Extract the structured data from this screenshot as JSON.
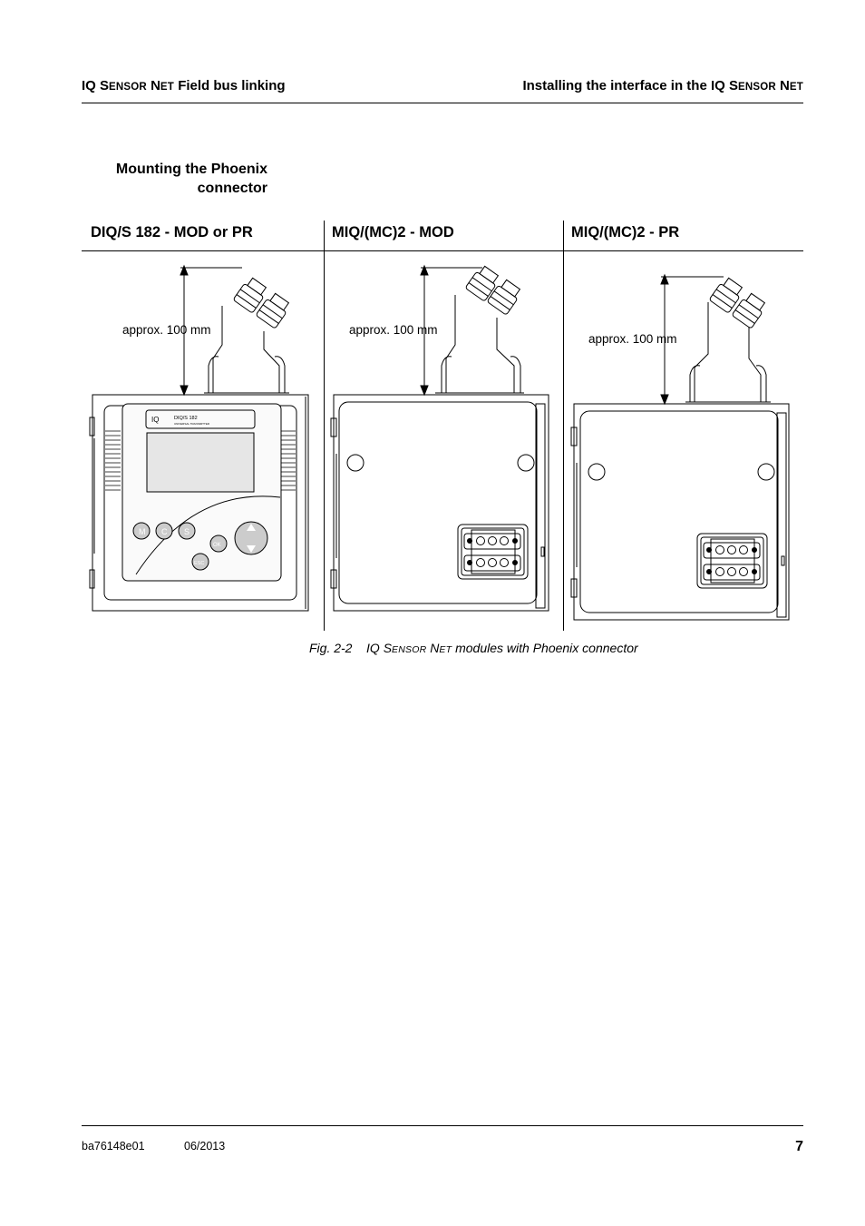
{
  "header": {
    "left_parts": [
      "IQ S",
      "ENSOR",
      " N",
      "ET",
      " Field bus linking"
    ],
    "right_parts": [
      "Installing the interface in the IQ S",
      "ENSOR",
      " N",
      "ET"
    ]
  },
  "section": {
    "heading_line1": "Mounting the Phoenix",
    "heading_line2": "connector"
  },
  "columns": [
    {
      "title": "DIQ/S 182 - MOD or PR",
      "dimension": "approx. 100 mm",
      "display_brand": "IQ",
      "display_model": "DIQ/S 182",
      "display_sub": "UNIVERSAL TRANSMITTER",
      "keys": [
        "M",
        "C",
        "S",
        "OK",
        "ESC"
      ]
    },
    {
      "title": "MIQ/(MC)2 - MOD",
      "dimension": "approx. 100 mm"
    },
    {
      "title": "MIQ/(MC)2 - PR",
      "dimension": "approx. 100 mm"
    }
  ],
  "figure": {
    "number": "Fig. 2-2",
    "caption_parts": [
      "IQ S",
      "ENSOR",
      " N",
      "ET",
      " modules with Phoenix connector"
    ]
  },
  "footer": {
    "doc_id": "ba76148e01",
    "date": "06/2013",
    "page_number": "7"
  }
}
